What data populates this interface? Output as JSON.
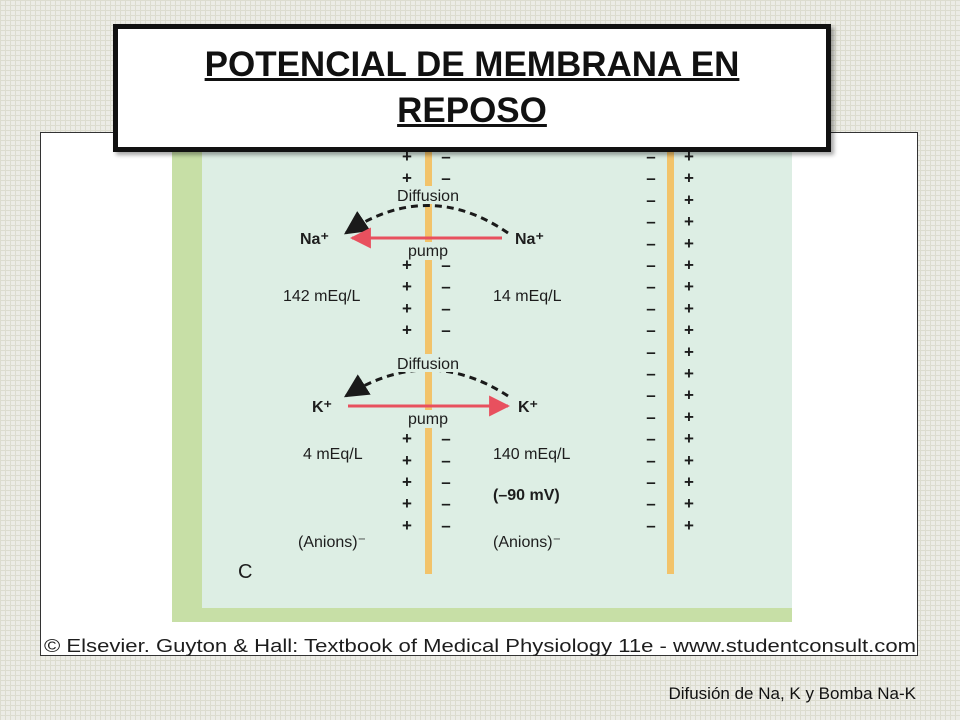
{
  "slide": {
    "title": "POTENCIAL DE MEMBRANA EN REPOSO",
    "caption": "Difusión de Na, K y Bomba Na-K"
  },
  "figure": {
    "panel_label": "C",
    "copyright": "© Elsevier. Guyton & Hall: Textbook of Medical Physiology 11e - www.studentconsult.com",
    "sodium": {
      "diffusion_label": "Diffusion",
      "pump_label": "pump",
      "outside_ion": "Na⁺",
      "inside_ion": "Na⁺",
      "outside_conc": "142 mEq/L",
      "inside_conc": "14 mEq/L"
    },
    "potassium": {
      "diffusion_label": "Diffusion",
      "pump_label": "pump",
      "outside_ion": "K⁺",
      "inside_ion": "K⁺",
      "outside_conc": "4 mEq/L",
      "inside_conc": "140 mEq/L"
    },
    "potential": "(–90 mV)",
    "anions_outside": "(Anions)⁻",
    "anions_inside": "(Anions)⁻",
    "plus_sign": "+",
    "minus_sign": "–",
    "colors": {
      "background": "#ddeee4",
      "membrane": "#f2c36a",
      "pump_arrow": "#e8505e",
      "diffusion_arrow": "#1a1a1a"
    }
  }
}
